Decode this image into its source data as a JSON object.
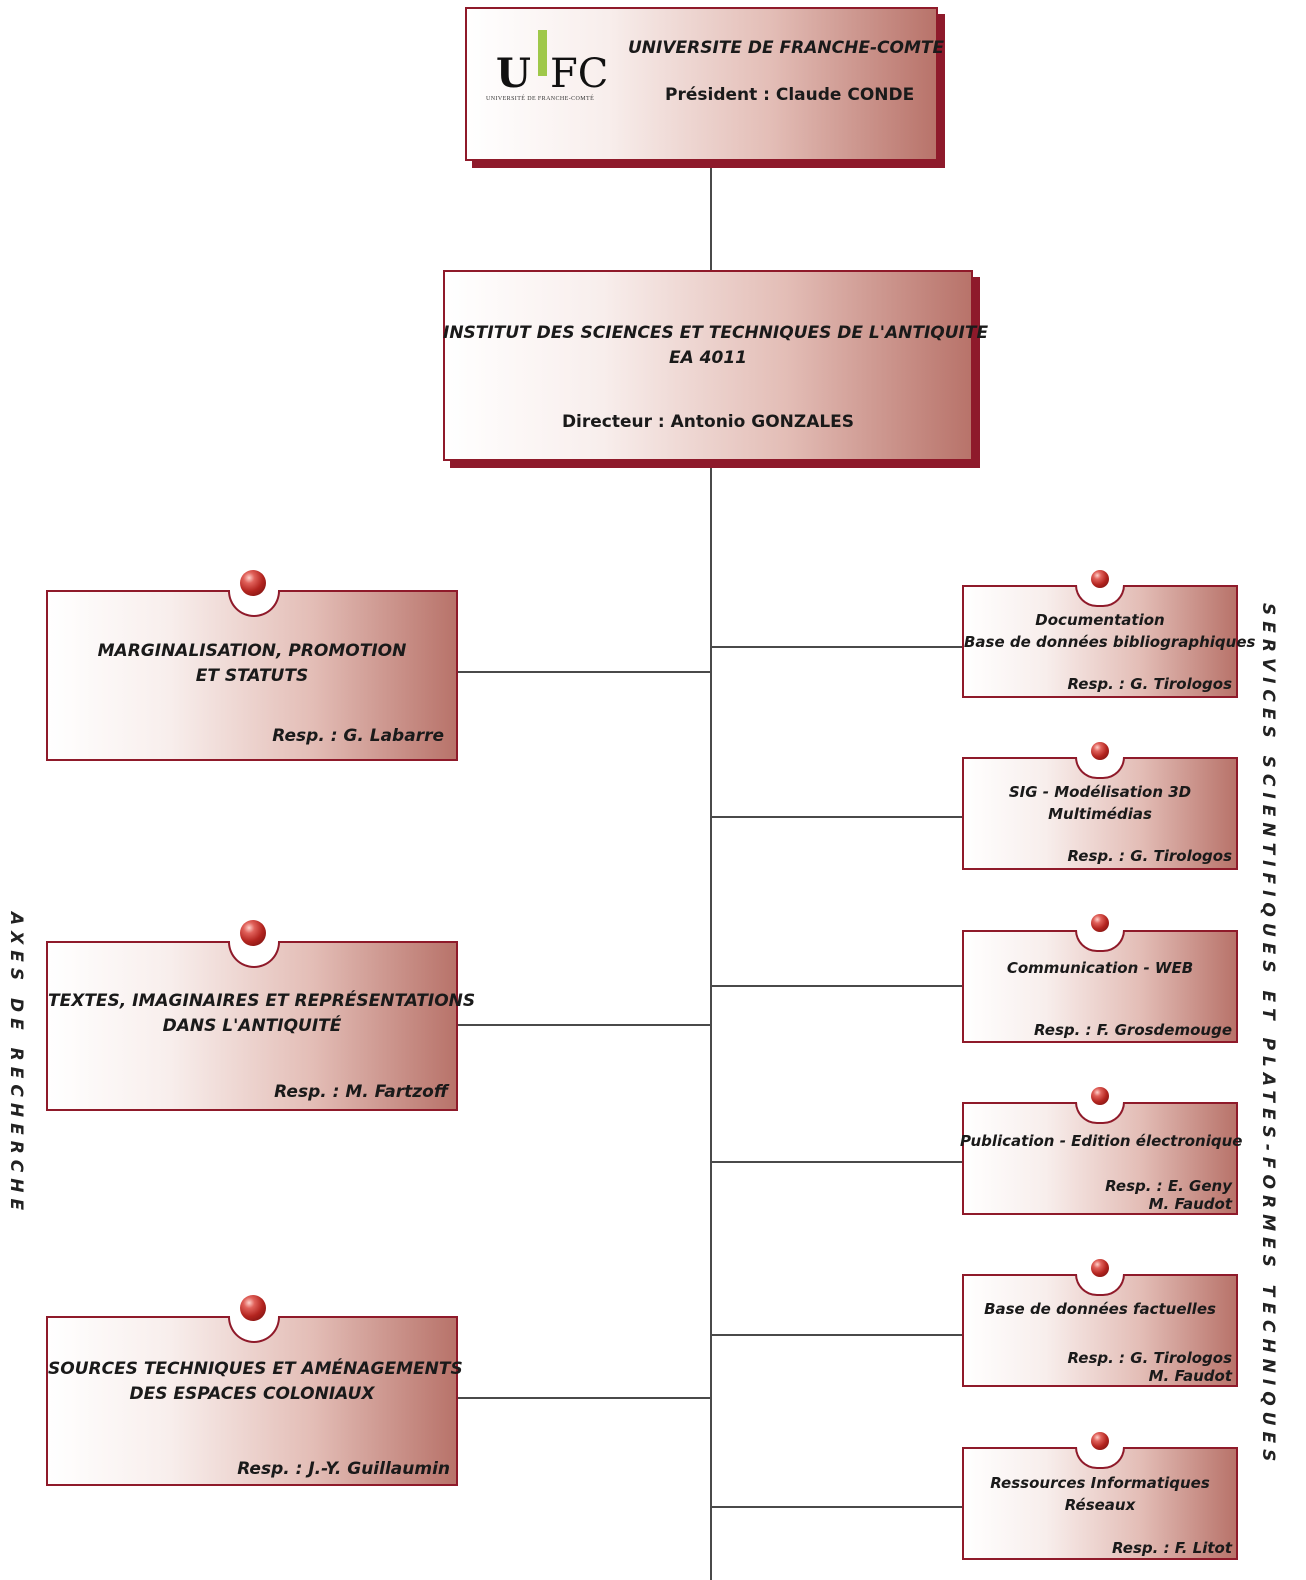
{
  "university": {
    "name": "UNIVERSITE DE FRANCHE-COMTE",
    "president": "Président : Claude CONDE",
    "logo": {
      "u": "U",
      "fc": "FC",
      "subtitle": "UNIVERSITÉ DE FRANCHE-COMTÉ"
    }
  },
  "institute": {
    "name": "INSTITUT DES SCIENCES ET TECHNIQUES DE L'ANTIQUITE",
    "code": "EA 4011",
    "director": "Directeur : Antonio GONZALES"
  },
  "axes_label": "AXES DE RECHERCHE",
  "services_label": "SERVICES SCIENTIFIQUES ET PLATES-FORMES TECHNIQUES",
  "axes": [
    {
      "title_lines": [
        "MARGINALISATION, PROMOTION",
        "ET STATUTS"
      ],
      "resp": "Resp. : G. Labarre"
    },
    {
      "title_lines": [
        "TEXTES, IMAGINAIRES ET REPRÉSENTATIONS",
        "DANS L'ANTIQUITÉ"
      ],
      "resp": "Resp. : M. Fartzoff"
    },
    {
      "title_lines": [
        "SOURCES TECHNIQUES ET AMÉNAGEMENTS",
        "DES ESPACES COLONIAUX"
      ],
      "resp": "Resp. : J.-Y. Guillaumin"
    }
  ],
  "services": [
    {
      "title_lines": [
        "Documentation",
        "Base de données bibliographiques"
      ],
      "resp_lines": [
        "Resp. : G. Tirologos"
      ]
    },
    {
      "title_lines": [
        "SIG - Modélisation 3D",
        "Multimédias"
      ],
      "resp_lines": [
        "Resp. : G. Tirologos"
      ]
    },
    {
      "title_lines": [
        "Communication - WEB"
      ],
      "resp_lines": [
        "Resp. : F. Grosdemouge"
      ]
    },
    {
      "title_lines": [
        "Publication - Edition électronique"
      ],
      "resp_lines": [
        "Resp. : E. Geny",
        "M. Faudot"
      ]
    },
    {
      "title_lines": [
        "Base de données factuelles"
      ],
      "resp_lines": [
        "Resp. : G. Tirologos",
        "M. Faudot"
      ]
    },
    {
      "title_lines": [
        "Ressources Informatiques",
        "Réseaux"
      ],
      "resp_lines": [
        "Resp. : F. Litot"
      ]
    }
  ],
  "colors": {
    "border": "#8f1a2a",
    "gradient_end": "#b8736a",
    "connector": "#4a4a4a"
  }
}
